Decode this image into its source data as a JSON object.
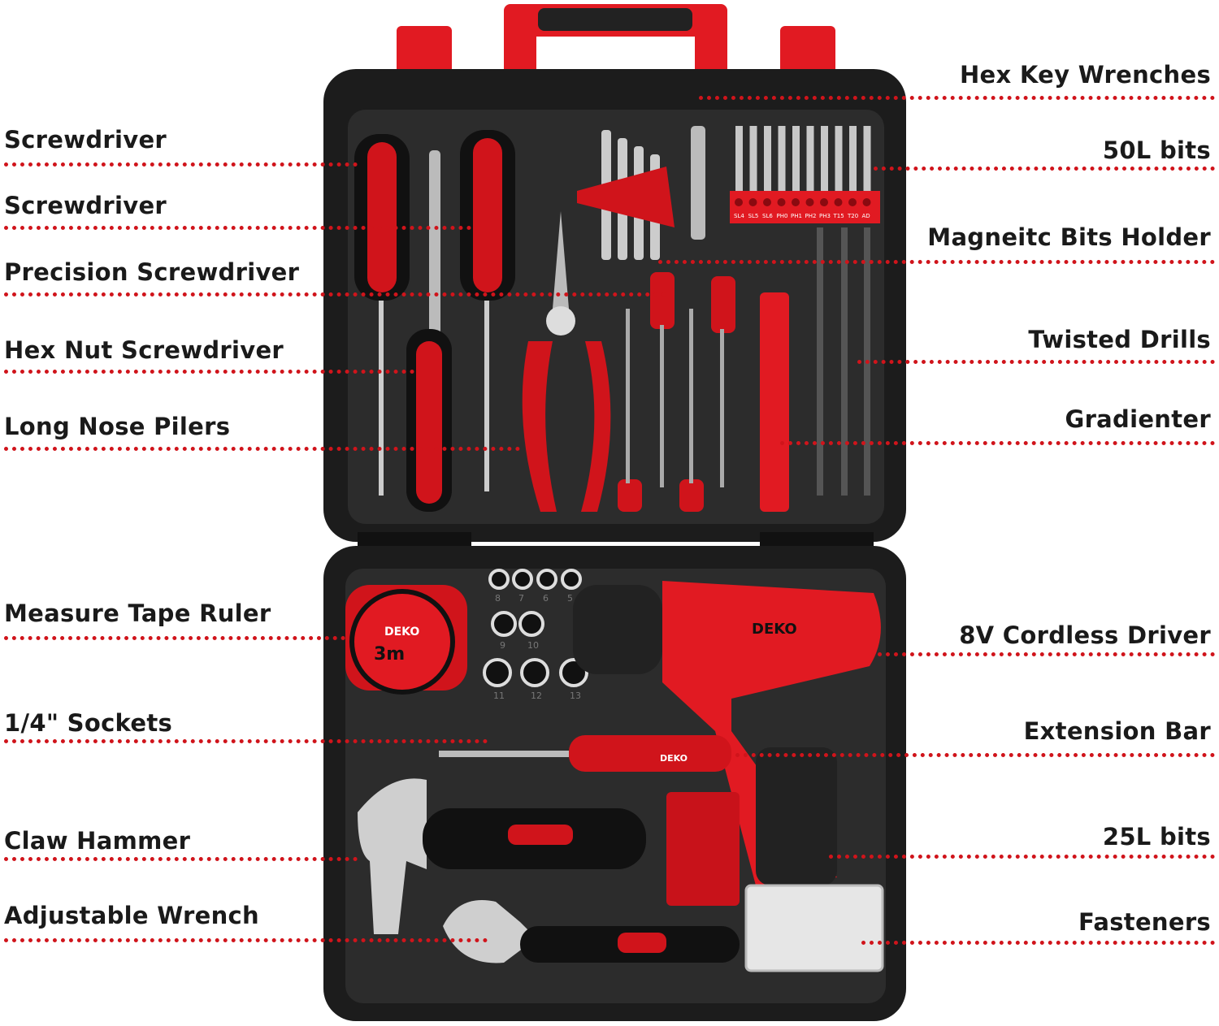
{
  "labels_left": [
    {
      "text": "Screwdriver"
    },
    {
      "text": "Screwdriver"
    },
    {
      "text": "Precision Screwdriver"
    },
    {
      "text": "Hex Nut Screwdriver"
    },
    {
      "text": "Long Nose Pilers"
    },
    {
      "text": "Measure Tape Ruler"
    },
    {
      "text": "1/4\" Sockets"
    },
    {
      "text": "Claw Hammer"
    },
    {
      "text": "Adjustable Wrench"
    }
  ],
  "labels_right": [
    {
      "text": "Hex Key Wrenches"
    },
    {
      "text": "50L bits"
    },
    {
      "text": "Magneitc Bits Holder"
    },
    {
      "text": "Twisted Drills"
    },
    {
      "text": "Gradienter"
    },
    {
      "text": "8V Cordless Driver"
    },
    {
      "text": "Extension Bar"
    },
    {
      "text": "25L bits"
    },
    {
      "text": "Fasteners"
    }
  ],
  "printed": {
    "brand": "DEKO",
    "tape_size": "3m",
    "bit_labels": [
      "SL4",
      "SL5",
      "SL6",
      "PH0",
      "PH1",
      "PH2",
      "PH3",
      "T15",
      "T20",
      "AD"
    ],
    "socket_sizes": [
      "8",
      "7",
      "6",
      "5",
      "9",
      "10",
      "11",
      "12",
      "13"
    ]
  },
  "colors": {
    "accent": "#d0141b",
    "case": "#1c1c1c",
    "tray": "#2c2c2c"
  }
}
